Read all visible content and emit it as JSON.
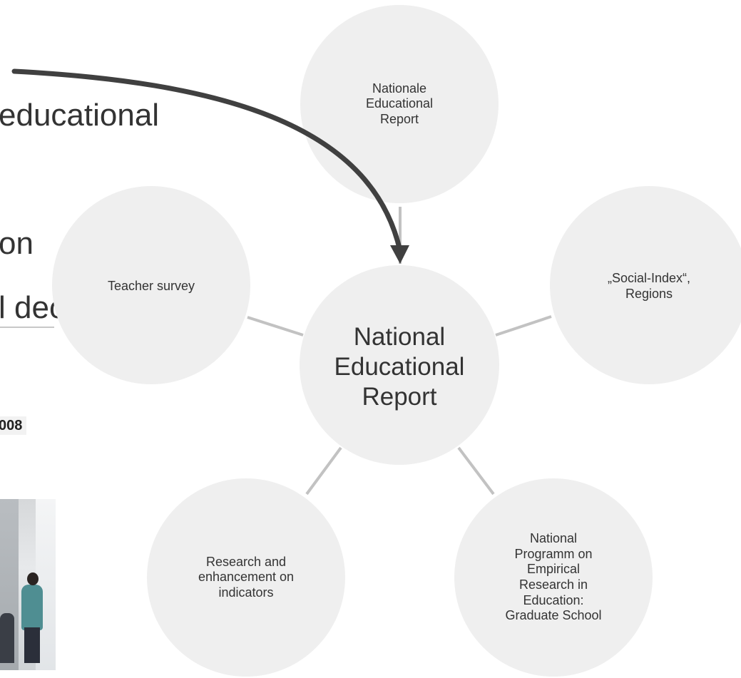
{
  "background_text": {
    "line_1": "educational",
    "line_2": "on",
    "line_3": "l decisions",
    "year_fragment": "008"
  },
  "diagram": {
    "center": {
      "label": "National\nEducational\nReport"
    },
    "satellites": [
      {
        "id": "top",
        "label": "Nationale\nEducational\nReport"
      },
      {
        "id": "right",
        "label": "„Social-Index“,\nRegions"
      },
      {
        "id": "bottom-right",
        "label": "National\nProgramm on\nEmpirical\nResearch in\nEducation:\nGraduate School"
      },
      {
        "id": "bottom-left",
        "label": "Research and\nenhancement on\nindicators"
      },
      {
        "id": "left",
        "label": "Teacher survey"
      }
    ],
    "colors": {
      "circle_fill": "#efefef",
      "connector": "#c2c2c2",
      "arrow": "#404040",
      "text": "#333333"
    }
  }
}
